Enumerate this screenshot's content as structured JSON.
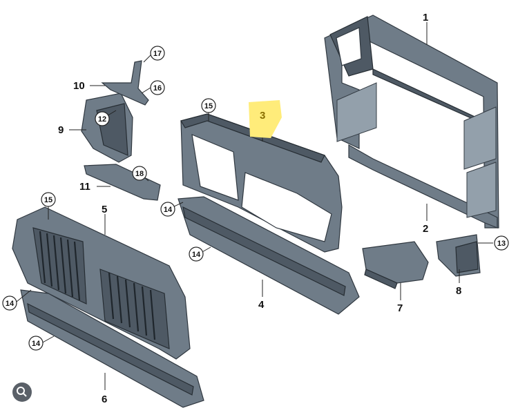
{
  "callouts": {
    "c1": "1",
    "c2": "2",
    "c3": "3",
    "c4": "4",
    "c5": "5",
    "c6": "6",
    "c7": "7",
    "c8": "8",
    "c9": "9",
    "c10": "10",
    "c11": "11",
    "c12": "12",
    "c13": "13",
    "c14a": "14",
    "c14b": "14",
    "c14c": "14",
    "c14d": "14",
    "c15a": "15",
    "c15b": "15",
    "c16": "16",
    "c17": "17",
    "c18": "18"
  },
  "highlight_color": "#ffec7a",
  "icons": [
    "search-lens-icon"
  ]
}
